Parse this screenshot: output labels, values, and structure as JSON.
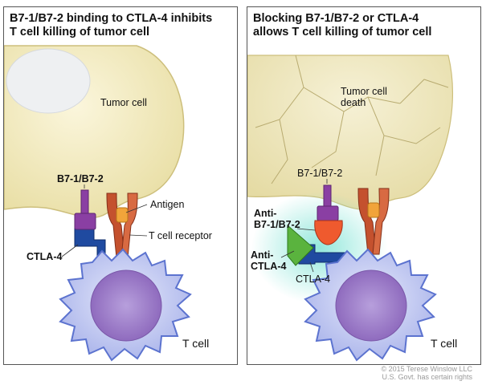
{
  "left_panel": {
    "title_line1": "B7-1/B7-2 binding to CTLA-4 inhibits",
    "title_line2": "T cell killing of tumor cell",
    "labels": {
      "tumor_cell": "Tumor cell",
      "b7": "B7-1/B7-2",
      "antigen": "Antigen",
      "tcr": "T cell receptor",
      "ctla4": "CTLA-4",
      "tcell": "T cell"
    }
  },
  "right_panel": {
    "title_line1": "Blocking B7-1/B7-2 or CTLA-4",
    "title_line2": "allows T cell killing of tumor cell",
    "labels": {
      "tumor_death_line1": "Tumor cell",
      "tumor_death_line2": "death",
      "b7": "B7-1/B7-2",
      "anti_b7_line1": "Anti-",
      "anti_b7_line2": "B7-1/B7-2",
      "anti_ctla4_line1": "Anti-",
      "anti_ctla4_line2": "CTLA-4",
      "ctla4": "CTLA-4",
      "tcell": "T cell"
    }
  },
  "copyright": {
    "line1": "© 2015 Terese Winslow LLC",
    "line2": "U.S. Govt. has certain rights"
  },
  "colors": {
    "tumor": "#f3ecc4",
    "b7": "#8a3fa3",
    "ctla4": "#1f4aa0",
    "tcr": "#c4512e",
    "antigen": "#f1a43a",
    "tcell": "#c8cef0",
    "nucleus": "#9d7bc6",
    "anti_b7": "#ef5a2e",
    "anti_ctla4": "#5ab33e"
  }
}
